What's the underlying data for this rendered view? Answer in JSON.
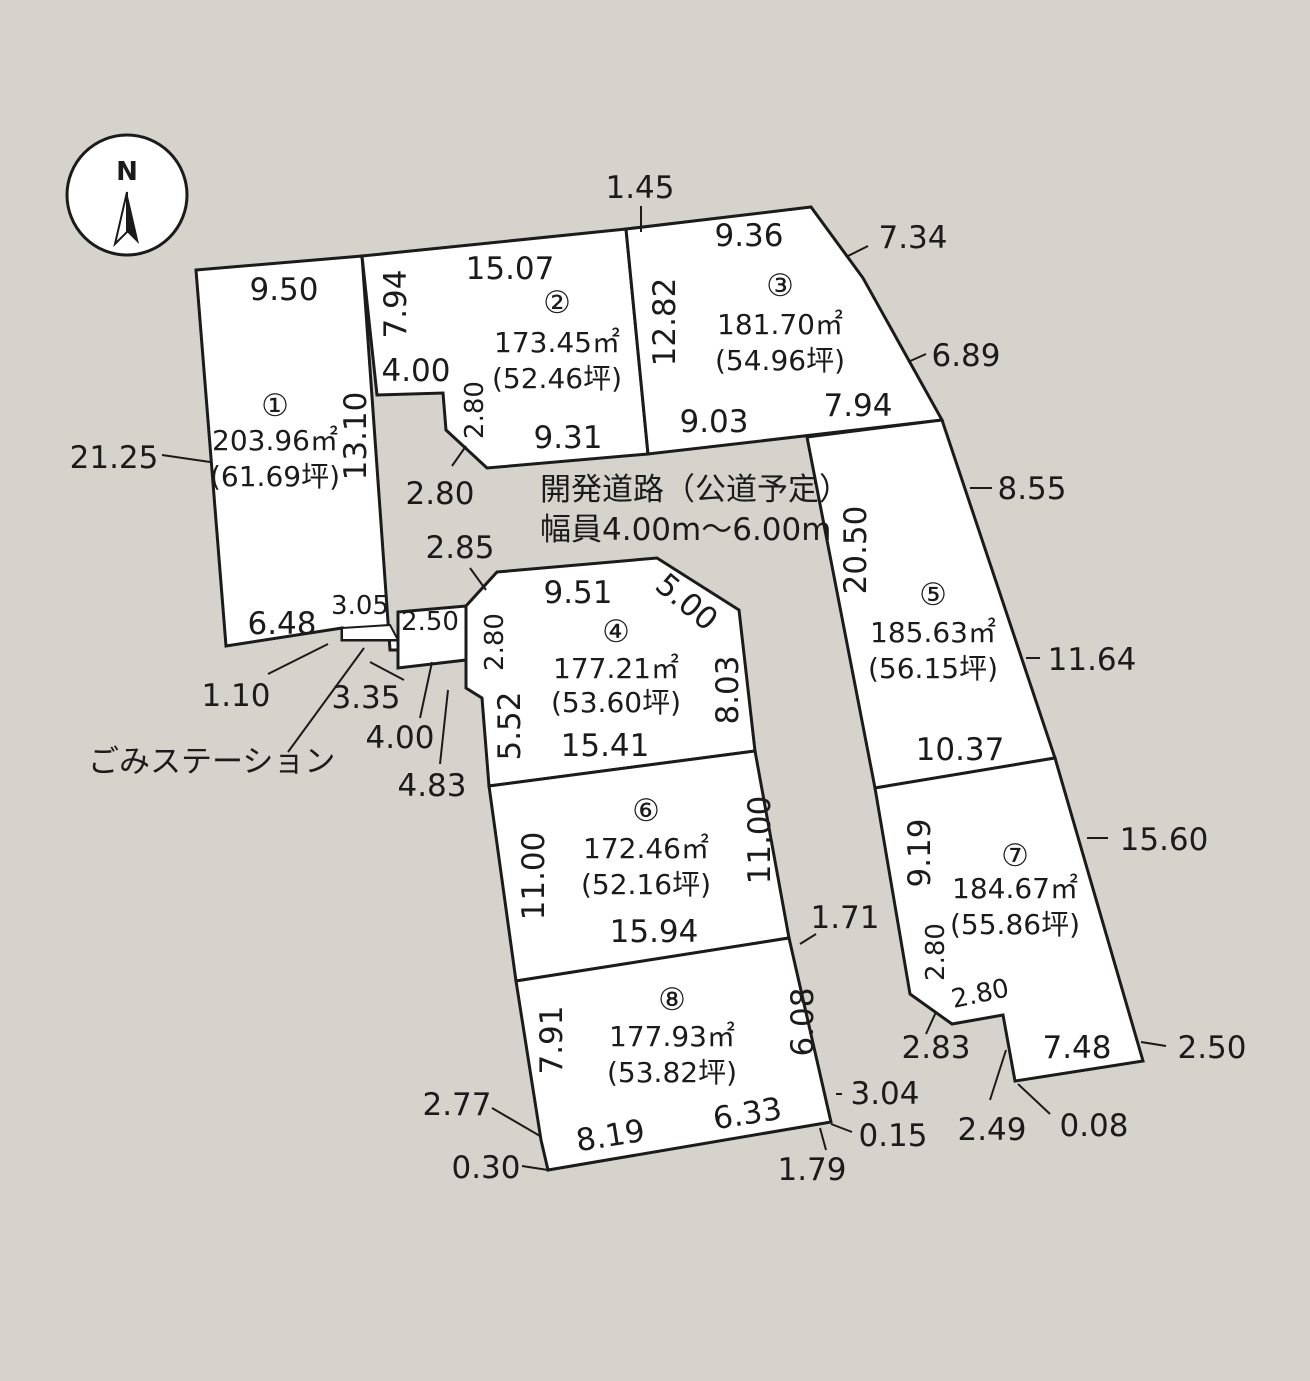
{
  "compass": {
    "label": "N",
    "icon": "north-arrow-icon"
  },
  "road": {
    "name": "開発道路（公道予定）",
    "width": "幅員4.00m～6.00m"
  },
  "garbage_station": "ごみステーション",
  "lots": [
    {
      "id": "lot-1",
      "number": "①",
      "area": "203.96㎡",
      "tsubo": "(61.69坪)"
    },
    {
      "id": "lot-2",
      "number": "②",
      "area": "173.45㎡",
      "tsubo": "(52.46坪)"
    },
    {
      "id": "lot-3",
      "number": "③",
      "area": "181.70㎡",
      "tsubo": "(54.96坪)"
    },
    {
      "id": "lot-4",
      "number": "④",
      "area": "177.21㎡",
      "tsubo": "(53.60坪)"
    },
    {
      "id": "lot-5",
      "number": "⑤",
      "area": "185.63㎡",
      "tsubo": "(56.15坪)"
    },
    {
      "id": "lot-6",
      "number": "⑥",
      "area": "172.46㎡",
      "tsubo": "(52.16坪)"
    },
    {
      "id": "lot-7",
      "number": "⑦",
      "area": "184.67㎡",
      "tsubo": "(55.86坪)"
    },
    {
      "id": "lot-8",
      "number": "⑧",
      "area": "177.93㎡",
      "tsubo": "(53.82坪)"
    }
  ],
  "dimensions": {
    "d1": "1.45",
    "d2": "9.36",
    "d3": "7.34",
    "d4": "9.50",
    "d5": "15.07",
    "d6": "7.94",
    "d7": "12.82",
    "d8": "6.89",
    "d9": "21.25",
    "d10": "13.10",
    "d11": "4.00",
    "d12": "2.80",
    "d13": "9.31",
    "d14": "9.03",
    "d15": "7.94",
    "d16": "2.80",
    "d17": "8.55",
    "d18": "2.85",
    "d19": "9.51",
    "d20": "5.00",
    "d21": "20.50",
    "d22": "6.48",
    "d23": "3.05",
    "d24": "2.50",
    "d25": "2.80",
    "d26": "11.64",
    "d27": "1.10",
    "d28": "3.35",
    "d29": "8.03",
    "d30": "5.52",
    "d31": "15.41",
    "d32": "4.00",
    "d33": "10.37",
    "d34": "4.83",
    "d35": "11.00",
    "d36": "11.00",
    "d37": "9.19",
    "d38": "15.60",
    "d39": "15.94",
    "d40": "1.71",
    "d41": "2.80",
    "d42": "2.80",
    "d43": "7.91",
    "d44": "6.08",
    "d45": "2.83",
    "d46": "7.48",
    "d47": "2.50",
    "d48": "2.77",
    "d49": "3.04",
    "d50": "8.19",
    "d51": "6.33",
    "d52": "0.15",
    "d53": "2.49",
    "d54": "0.08",
    "d55": "0.30",
    "d56": "1.79"
  }
}
